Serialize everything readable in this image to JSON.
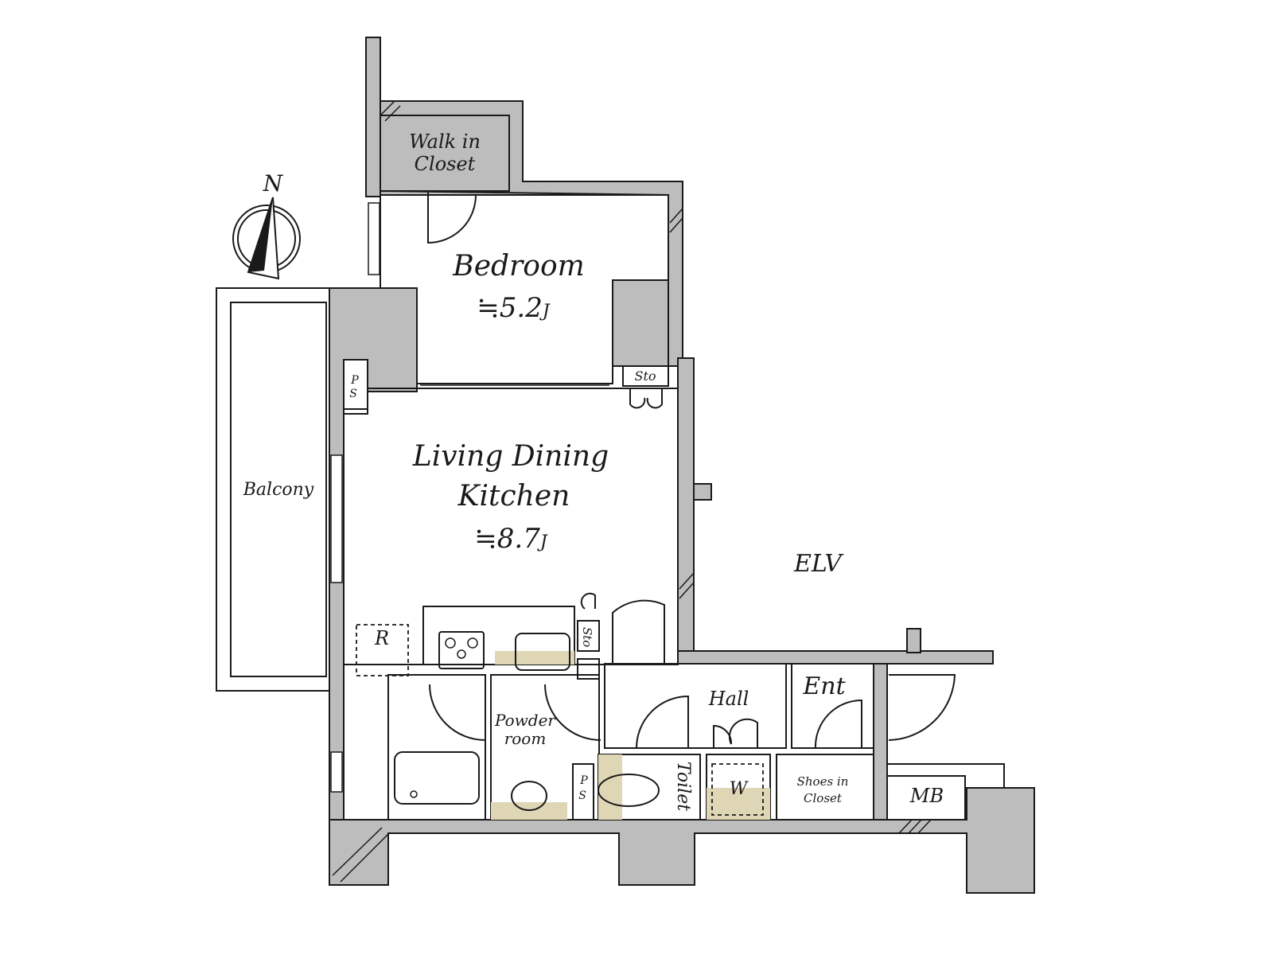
{
  "colors": {
    "wall": "#bdbdbd",
    "bedroom": "#fdfde9",
    "ldk": "#fdf0df",
    "wet": "#e5f2fc",
    "closet": "#dfd6b6",
    "outline": "#1a1a1a"
  },
  "compass": {
    "label": "N",
    "icon": "north-arrow-icon"
  },
  "rooms": {
    "walk_in_closet": {
      "line1": "Walk in",
      "line2": "Closet"
    },
    "bedroom": {
      "name": "Bedroom",
      "area": "≒5.2",
      "unit": "J"
    },
    "ldk": {
      "line1": "Living Dining",
      "line2": "Kitchen",
      "area": "≒8.7",
      "unit": "J"
    },
    "balcony": "Balcony",
    "elv": "ELV",
    "hall": "Hall",
    "ent": "Ent",
    "powder": {
      "line1": "Powder",
      "line2": "room"
    },
    "toilet": "Toilet",
    "washer": "W",
    "shoes": {
      "line1": "Shoes in",
      "line2": "Closet"
    },
    "mb": "MB",
    "refrigerator": "R",
    "sto_bedroom": "Sto",
    "sto_kitchen": "Sto",
    "ps_upper": {
      "line1": "P",
      "line2": "S"
    },
    "ps_lower": {
      "line1": "P",
      "line2": "S"
    }
  }
}
